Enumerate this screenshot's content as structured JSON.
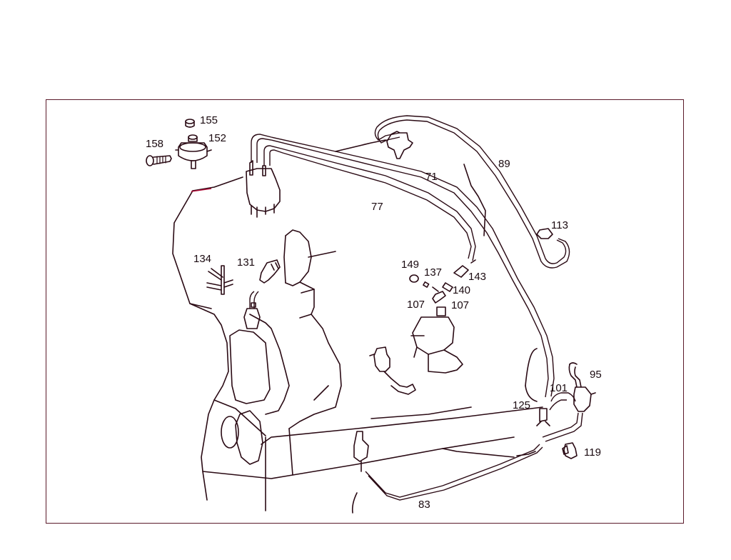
{
  "colors": {
    "line": "#2a0a14",
    "frame": "#5a1a2a",
    "accent": "#b0103a",
    "background": "#ffffff"
  },
  "labels": [
    {
      "id": "p155",
      "text": "155"
    },
    {
      "id": "p152",
      "text": "152"
    },
    {
      "id": "p158",
      "text": "158"
    },
    {
      "id": "p89",
      "text": "89"
    },
    {
      "id": "p71",
      "text": "71"
    },
    {
      "id": "p77",
      "text": "77"
    },
    {
      "id": "p113",
      "text": "113"
    },
    {
      "id": "p134",
      "text": "134"
    },
    {
      "id": "p131",
      "text": "131"
    },
    {
      "id": "p149",
      "text": "149"
    },
    {
      "id": "p137",
      "text": "137"
    },
    {
      "id": "p143",
      "text": "143"
    },
    {
      "id": "p140",
      "text": "140"
    },
    {
      "id": "p107a",
      "text": "107"
    },
    {
      "id": "p107b",
      "text": "107"
    },
    {
      "id": "p95",
      "text": "95"
    },
    {
      "id": "p101",
      "text": "101"
    },
    {
      "id": "p125",
      "text": "125"
    },
    {
      "id": "p119",
      "text": "119"
    },
    {
      "id": "p83",
      "text": "83"
    }
  ]
}
